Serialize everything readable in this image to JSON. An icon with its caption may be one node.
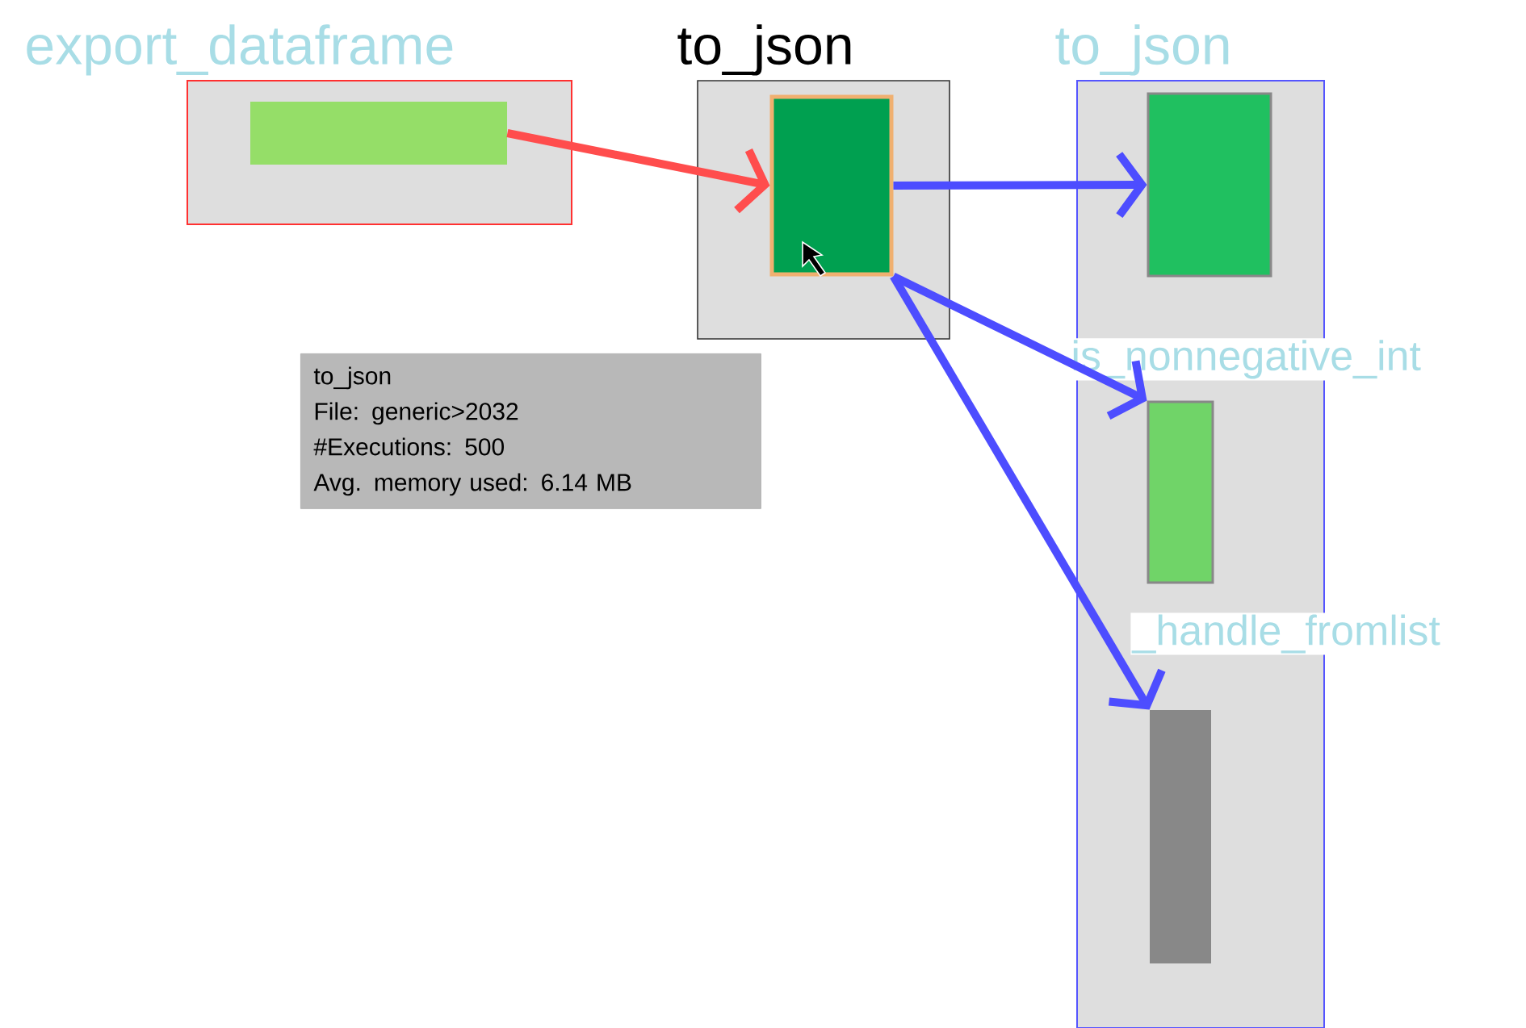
{
  "diagram": {
    "nodes": [
      {
        "text": [
          "export_dataframe"
        ]
      },
      {
        "text": [],
        "shape": "bar",
        "in": 0
      },
      {
        "text": [
          "to_json"
        ]
      },
      {
        "text": [],
        "shape": "box",
        "in": 2
      },
      {
        "text": [
          "to_json"
        ]
      },
      {
        "text": [],
        "shape": "box",
        "in": 4
      },
      {
        "text": [],
        "shape": "box",
        "in": 4
      },
      {
        "text": [],
        "shape": "bar",
        "in": 4
      },
      {
        "text": [
          "to_json",
          "File: generic>2032",
          "#Executions: 500",
          "Avg. memory used: 6.14 MB"
        ]
      }
    ],
    "edges": [
      {
        "from": 1,
        "to": 3,
        "arrow": "to",
        "color": "#ff4d4d"
      },
      {
        "from": 3,
        "to": 5,
        "arrow": "to"
      },
      {
        "from": 3,
        "to": 6,
        "arrow": "to"
      },
      {
        "from": 3,
        "to": 7,
        "arrow": "to"
      }
    ],
    "labels": [
      "is_nonnegative_int",
      "_handle_fromlist"
    ]
  }
}
